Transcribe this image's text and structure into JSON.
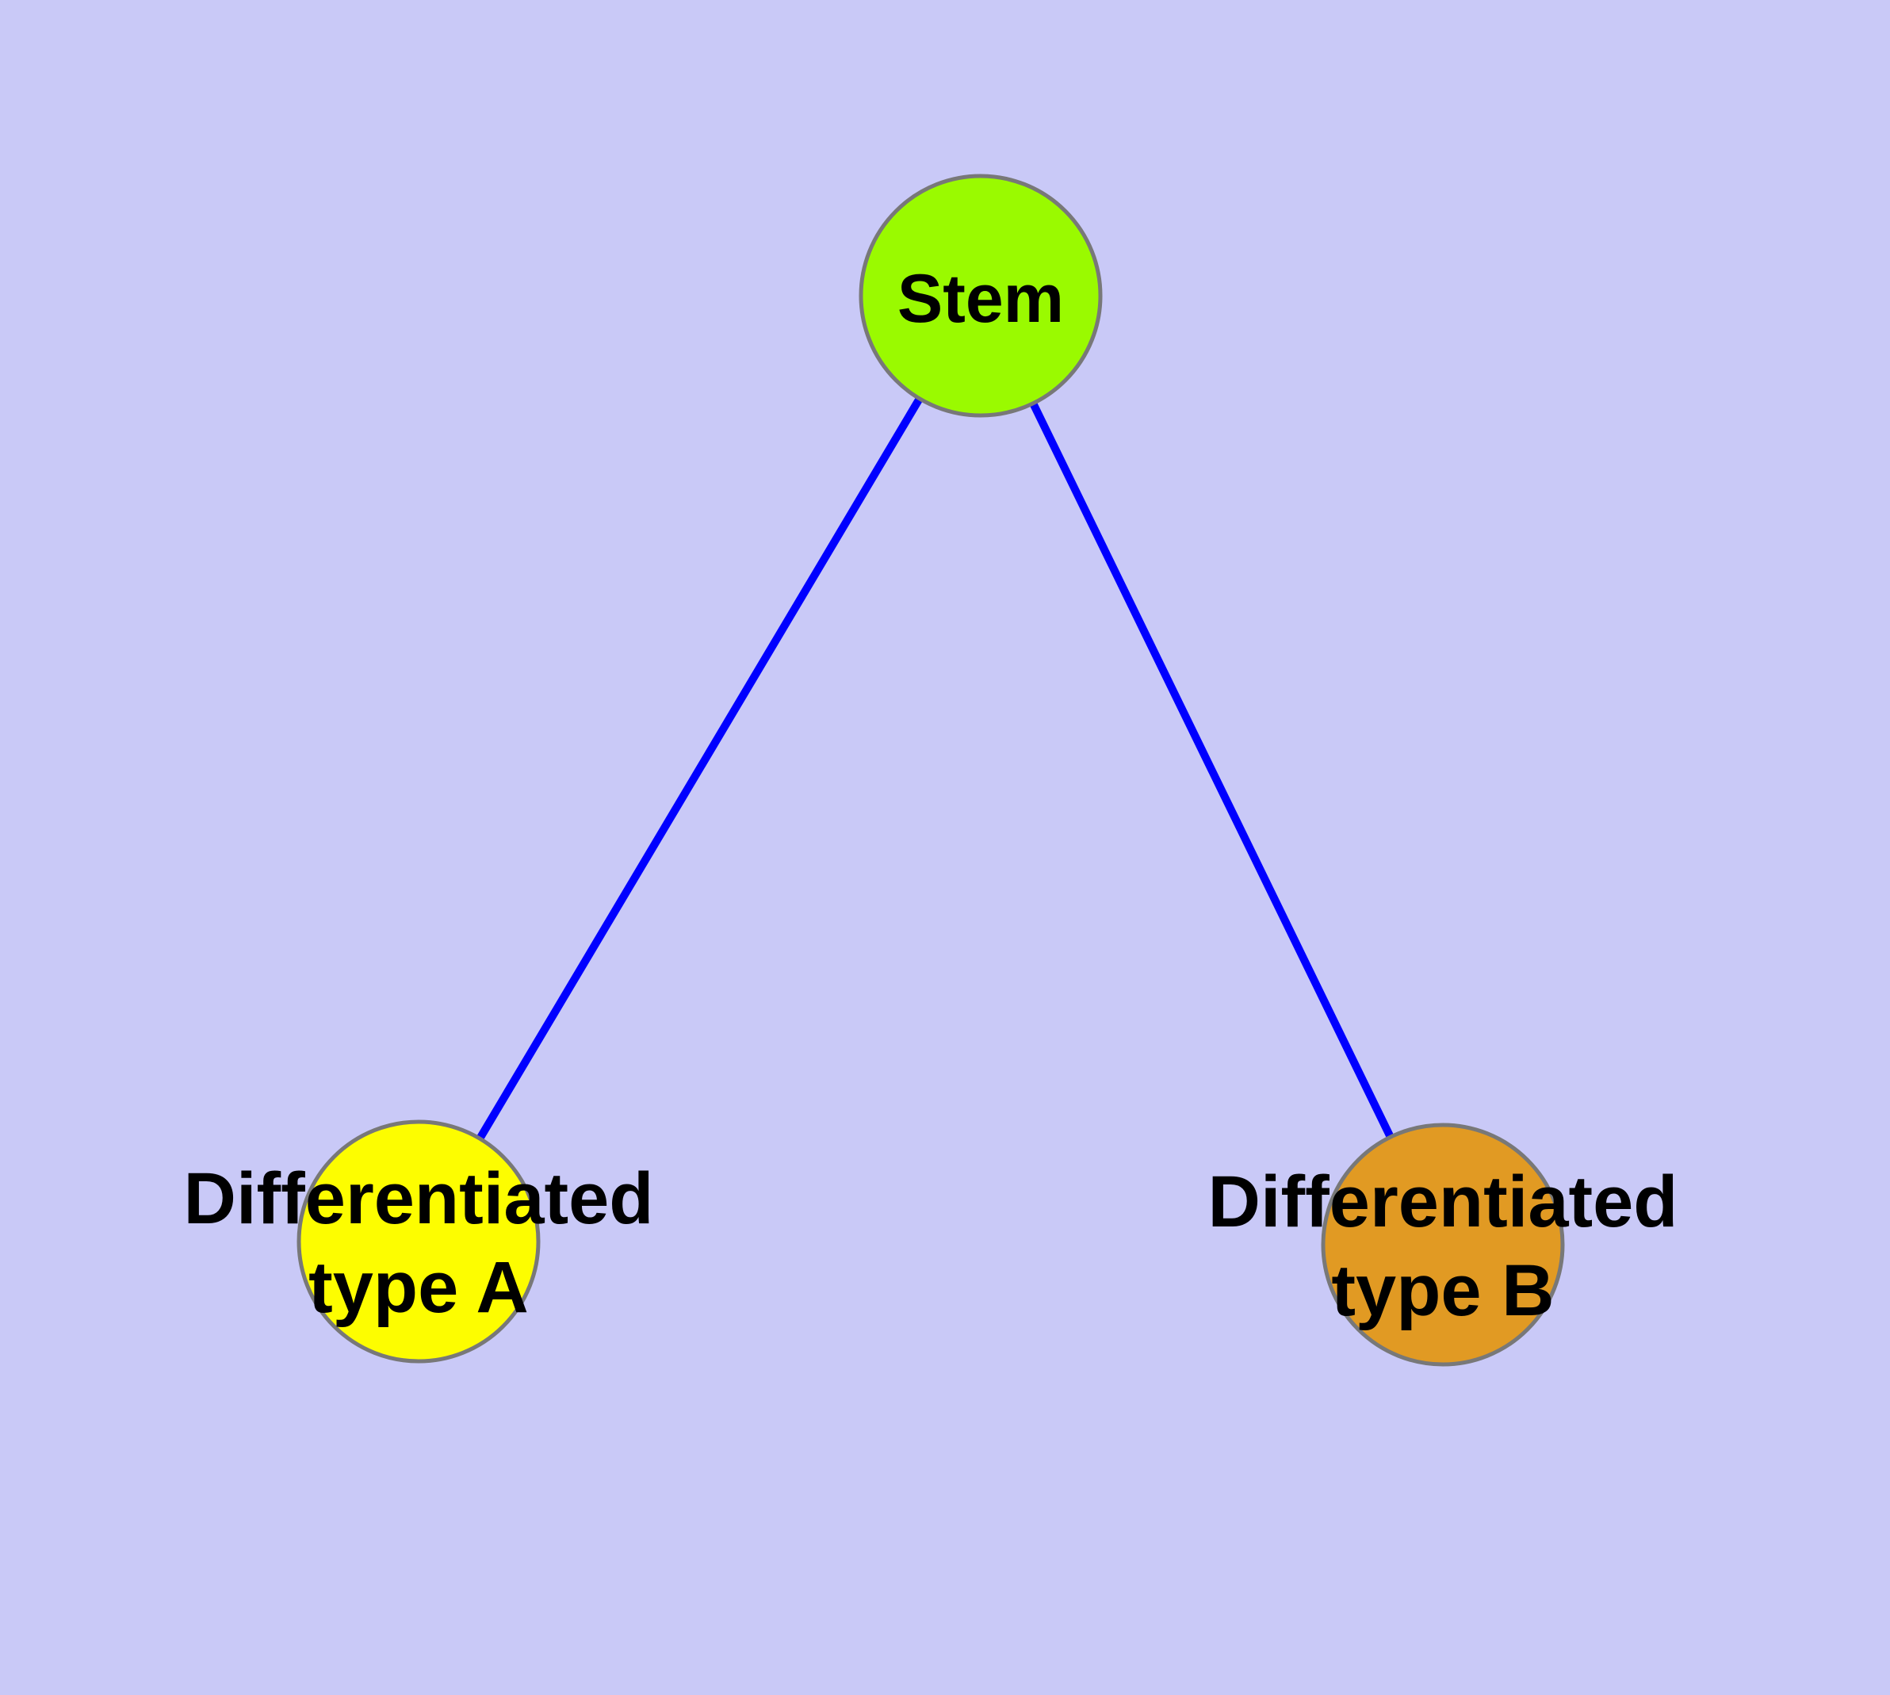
{
  "diagram": {
    "background_color": "#c9c9f7",
    "edge_color": "#0000ff",
    "node_border_color": "#787878",
    "nodes": {
      "stem": {
        "label": "Stem",
        "fill_color": "#9afa00",
        "border_color": "#787878"
      },
      "type_a": {
        "label_line1": "Differentiated",
        "label_line2": "type A",
        "fill_color": "#fdfd00",
        "border_color": "#787878"
      },
      "type_b": {
        "label_line1": "Differentiated",
        "label_line2": "type B",
        "fill_color": "#e19a23",
        "border_color": "#787878"
      }
    },
    "edges": [
      {
        "from": "Stem",
        "to": "Differentiated type A",
        "color": "#0000ff"
      },
      {
        "from": "Stem",
        "to": "Differentiated type B",
        "color": "#0000ff"
      }
    ]
  }
}
